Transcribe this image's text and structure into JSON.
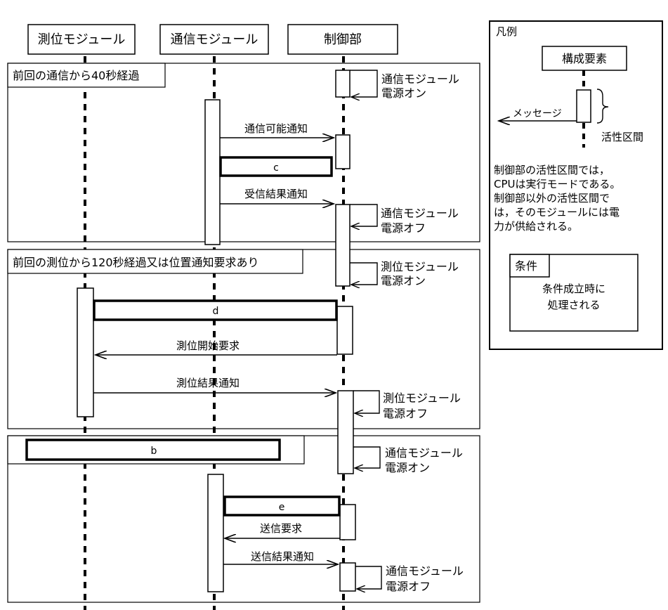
{
  "participants": {
    "positioning": "測位モジュール",
    "comm": "通信モジュール",
    "control": "制御部"
  },
  "frames": {
    "f1_condition": "前回の通信から40秒経過",
    "f2_condition": "前回の測位から120秒経過又は位置通知要求あり",
    "f3_condition": "b"
  },
  "messages": {
    "comm_ready": "通信可能通知",
    "c": "c",
    "recv_result": "受信結果通知",
    "d": "d",
    "pos_start": "測位開始要求",
    "pos_result": "測位結果通知",
    "e": "e",
    "send_request": "送信要求",
    "send_result": "送信結果通知"
  },
  "self_messages": {
    "comm_power_on_1": [
      "通信モジュール",
      "電源オン"
    ],
    "comm_power_off_1": [
      "通信モジュール",
      "電源オフ"
    ],
    "pos_power_on": [
      "測位モジュール",
      "電源オン"
    ],
    "pos_power_off": [
      "測位モジュール",
      "電源オフ"
    ],
    "comm_power_on_2": [
      "通信モジュール",
      "電源オン"
    ],
    "comm_power_off_2": [
      "通信モジュール",
      "電源オフ"
    ]
  },
  "legend": {
    "title": "凡例",
    "component": "構成要素",
    "message": "メッセージ",
    "activation": "活性区間",
    "notes": [
      "制御部の活性区間では，",
      "CPUは実行モードである。",
      "制御部以外の活性区間で",
      "は，そのモジュールには電",
      "力が供給される。"
    ],
    "condition_tag": "条件",
    "condition_text": [
      "条件成立時に",
      "処理される"
    ]
  },
  "colors": {
    "line": "#000000",
    "background": "#ffffff"
  }
}
